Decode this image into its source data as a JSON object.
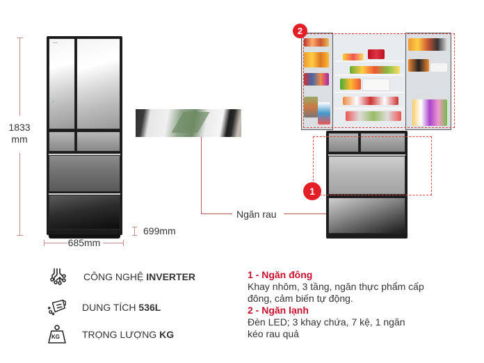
{
  "dimensions": {
    "height_value": "1833",
    "height_unit": "mm",
    "width": "685mm",
    "depth": "699mm"
  },
  "callout": {
    "label": "Ngăn rau"
  },
  "badges": {
    "freezer": "1",
    "fridge": "2"
  },
  "features": [
    {
      "icon": "chip-circuit-icon",
      "prefix": "CÔNG NGHỆ ",
      "value": "INVERTER"
    },
    {
      "icon": "measuring-jug-icon",
      "prefix": "DUNG TÍCH ",
      "value": "536L"
    },
    {
      "icon": "weight-kg-icon",
      "prefix": "TRỌNG LƯỢNG ",
      "value": "KG",
      "icon_text": "KG"
    }
  ],
  "compartments": [
    {
      "title": "1 - Ngăn đông",
      "lines": [
        "Khay nhôm, 3 tầng, ngăn thực phẩm cấp",
        "đông, cảm biến tự động."
      ]
    },
    {
      "title": "2 - Ngăn lạnh",
      "lines": [
        "Đèn LED; 3 khay chứa, 7 kệ, 1 ngăn",
        "kéo rau quả"
      ]
    }
  ],
  "colors": {
    "accent_red": "#e41e26",
    "title_red": "#c8102e",
    "dimension_line": "#c98a8a"
  }
}
